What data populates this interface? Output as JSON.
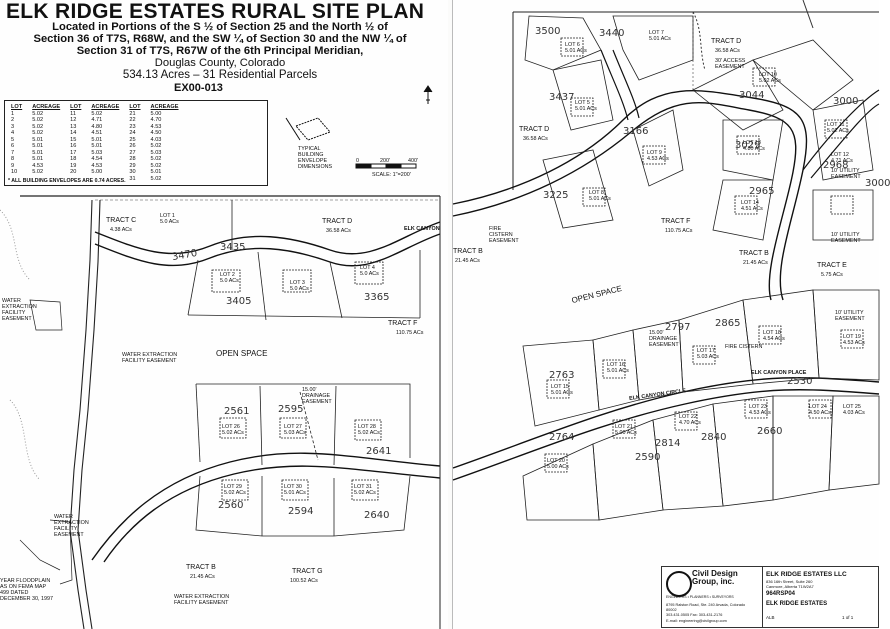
{
  "title": "ELK RIDGE ESTATES RURAL SITE PLAN",
  "location_lines": [
    "Located in Portions of the S ½ of Section 25 and the North ½ of",
    "Section 36 of T7S, R68W, and the SW ¼ of Section 30 and the NW ¼ of",
    "Section 31 of T7S, R67W of the 6th Principal Meridian,",
    "Douglas County, Colorado"
  ],
  "acreage_summary": "534.13 Acres – 31 Residential Parcels",
  "case_number": "EX00-013",
  "acreage_table": {
    "headers": [
      "LOT",
      "ACREAGE",
      "LOT",
      "ACREAGE",
      "LOT",
      "ACREAGE"
    ],
    "rows": [
      [
        "1",
        "5.02",
        "11",
        "5.02",
        "21",
        "5.00"
      ],
      [
        "2",
        "5.02",
        "12",
        "4.71",
        "22",
        "4.70"
      ],
      [
        "3",
        "5.02",
        "13",
        "4.80",
        "23",
        "4.53"
      ],
      [
        "4",
        "5.02",
        "14",
        "4.51",
        "24",
        "4.50"
      ],
      [
        "5",
        "5.01",
        "15",
        "5.01",
        "25",
        "4.03"
      ],
      [
        "6",
        "5.01",
        "16",
        "5.01",
        "26",
        "5.02"
      ],
      [
        "7",
        "5.01",
        "17",
        "5.03",
        "27",
        "5.03"
      ],
      [
        "8",
        "5.01",
        "18",
        "4.54",
        "28",
        "5.02"
      ],
      [
        "9",
        "4.53",
        "19",
        "4.53",
        "29",
        "5.02"
      ],
      [
        "10",
        "5.02",
        "20",
        "5.00",
        "30",
        "5.01"
      ],
      [
        "",
        "",
        "",
        "",
        "31",
        "5.02"
      ]
    ],
    "note": "* ALL BUILDING ENVELOPES ARE 0.74 ACRES."
  },
  "scale_text": "SCALE: 1\"=200'",
  "scale_marks": [
    "0",
    "200'",
    "400'"
  ],
  "typical_label": "TYPICAL BUILDING ENVELOPE DIMENSIONS",
  "left_labels": {
    "tract_c": "TRACT C",
    "tract_c_ac": "4.38 ACs",
    "tract_d": "TRACT D",
    "tract_d_ac": "36.58 ACs",
    "tract_f": "TRACT F",
    "tract_f_ac": "110.75 ACs",
    "tract_b": "TRACT B",
    "tract_b_ac": "21.45 ACs",
    "tract_g": "TRACT G",
    "tract_g_ac": "100.52 ACs",
    "open_space": "OPEN SPACE",
    "road": "ELK CANYON",
    "water1": "WATER EXTRACTION FACILITY EASEMENT",
    "water2": "WATER EXTRACTION FACILITY EASEMENT",
    "water3": "WATER EXTRACTION FACILITY EASEMENT",
    "water4": "WATER EXTRACTION FACILITY EASEMENT",
    "drainage": "15.00' DRAINAGE EASEMENT",
    "floodplain": "YEAR FLOODPLAIN AS ON FEMA MAP 499 DATED DECEMBER 30, 1997",
    "lots": [
      {
        "id": "lot-1",
        "name": "LOT 1",
        "ac": "5.0 ACs"
      },
      {
        "id": "lot-2",
        "name": "LOT 2",
        "ac": "5.0 ACs"
      },
      {
        "id": "lot-3",
        "name": "LOT 3",
        "ac": "5.0 ACs"
      },
      {
        "id": "lot-4",
        "name": "LOT 4",
        "ac": "5.0 ACs"
      },
      {
        "id": "lot-26",
        "name": "LOT 26",
        "ac": "5.02 ACs"
      },
      {
        "id": "lot-27",
        "name": "LOT 27",
        "ac": "5.03 ACs"
      },
      {
        "id": "lot-28",
        "name": "LOT 28",
        "ac": "5.02 ACs"
      },
      {
        "id": "lot-29",
        "name": "LOT 29",
        "ac": "5.02 ACs"
      },
      {
        "id": "lot-30",
        "name": "LOT 30",
        "ac": "5.01 ACs"
      },
      {
        "id": "lot-31",
        "name": "LOT 31",
        "ac": "5.02 ACs"
      }
    ],
    "hand_numbers": [
      "3470",
      "3435",
      "3405",
      "3365",
      "2561",
      "2595",
      "2641",
      "2560",
      "2594",
      "2640"
    ]
  },
  "right_labels": {
    "tract_d": "TRACT D",
    "tract_d_ac": "36.58 ACs",
    "tract_d2": "TRACT D",
    "tract_d2_ac": "36.58 ACs",
    "tract_f": "TRACT F",
    "tract_f_ac": "110.75 ACs",
    "tract_b": "TRACT B",
    "tract_b_ac": "21.45 ACs",
    "tract_b2": "TRACT B",
    "tract_b2_ac": "21.45 ACs",
    "tract_e": "TRACT E",
    "tract_e_ac": "5.75 ACs",
    "open_space": "OPEN SPACE",
    "road1": "ELK CANYON CIRCLE",
    "road2": "ELK CANYON PLACE",
    "access": "30' ACCESS EASEMENT",
    "fire": "FIRE CISTERN EASEMENT",
    "fire2": "FIRE CISTERN",
    "drainage": "15.00' DRAINAGE EASEMENT",
    "utility1": "10' UTILITY EASEMENT",
    "utility2": "10' UTILITY EASEMENT",
    "utility3": "10' UTILITY EASEMENT",
    "lots": [
      {
        "id": "r-lot-6",
        "name": "LOT 6",
        "ac": "5.01 ACs"
      },
      {
        "id": "r-lot-5",
        "name": "LOT 5",
        "ac": "5.01 ACs"
      },
      {
        "id": "r-lot-7",
        "name": "LOT 7",
        "ac": "5.01 ACs"
      },
      {
        "id": "r-lot-8",
        "name": "LOT 8",
        "ac": "5.01 ACs"
      },
      {
        "id": "r-lot-9",
        "name": "LOT 9",
        "ac": "4.53 ACs"
      },
      {
        "id": "r-lot-10",
        "name": "LOT 10",
        "ac": "5.02 ACs"
      },
      {
        "id": "r-lot-11",
        "name": "LOT 11",
        "ac": "5.02 ACs"
      },
      {
        "id": "r-lot-12",
        "name": "LOT 12",
        "ac": "4.71 ACs"
      },
      {
        "id": "r-lot-13",
        "name": "LOT 13",
        "ac": "4.80 ACs"
      },
      {
        "id": "r-lot-14",
        "name": "LOT 14",
        "ac": "4.51 ACs"
      },
      {
        "id": "r-lot-15",
        "name": "LOT 15",
        "ac": "5.01 ACs"
      },
      {
        "id": "r-lot-16",
        "name": "LOT 16",
        "ac": "5.01 ACs"
      },
      {
        "id": "r-lot-17",
        "name": "LOT 17",
        "ac": "5.03 ACs"
      },
      {
        "id": "r-lot-18",
        "name": "LOT 18",
        "ac": "4.54 ACs"
      },
      {
        "id": "r-lot-19",
        "name": "LOT 19",
        "ac": "4.53 ACs"
      },
      {
        "id": "r-lot-20",
        "name": "LOT 20",
        "ac": "5.00 ACs"
      },
      {
        "id": "r-lot-21",
        "name": "LOT 21",
        "ac": "5.00 ACs"
      },
      {
        "id": "r-lot-22",
        "name": "LOT 22",
        "ac": "4.70 ACs"
      },
      {
        "id": "r-lot-23",
        "name": "LOT 23",
        "ac": "4.53 ACs"
      },
      {
        "id": "r-lot-24",
        "name": "LOT 24",
        "ac": "4.50 ACs"
      },
      {
        "id": "r-lot-25",
        "name": "LOT 25",
        "ac": "4.03 ACs"
      }
    ],
    "hand_numbers": [
      "3500",
      "3440",
      "3437",
      "3044",
      "3000",
      "3029",
      "2968",
      "2965",
      "3225",
      "3166",
      "2865",
      "2763",
      "2797",
      "2764",
      "2814",
      "2840",
      "2660",
      "2530",
      "2590",
      "3000"
    ]
  },
  "title_block": {
    "firm_name": "Civil Design Group, inc.",
    "firm_tagline": "ENGINEERS • PLANNERS • SURVEYORS",
    "address": "8795 Ralston Road, Ste. 240 Arvada, Colorado 80002",
    "phone": "303.431.0505  Fax: 303-431-2176",
    "email": "E-mail: engineering@civilgroup.com",
    "client": "ELK RIDGE ESTATES LLC",
    "client_addr1": "836 16th Street, Suite 260",
    "client_addr2": "Canmore, Alberta T1W2A7",
    "sheet_title": "ELK RIDGE ESTATES",
    "job": "964RSP04",
    "drawn": "ALB",
    "sheet": "1 of 1"
  }
}
